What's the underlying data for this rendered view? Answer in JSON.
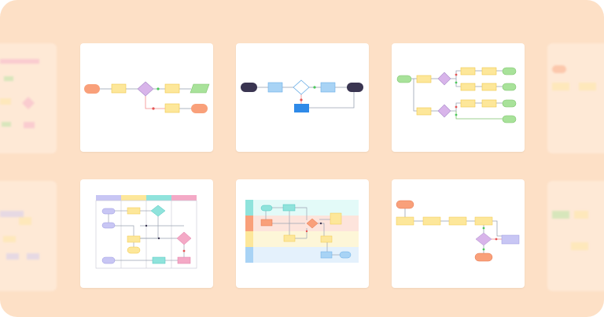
{
  "gallery": {
    "colors": {
      "background": "#fde0c6",
      "card": "#ffffff",
      "orange": "#f9a07a",
      "yellow": "#fde79a",
      "purple": "#d8b4ea",
      "green": "#a8e29a",
      "navy": "#3a3551",
      "blue": "#a8d3f5",
      "teal": "#8fe3dc",
      "pink": "#f4a9c6",
      "lavender": "#c8c6f4"
    },
    "templates": [
      {
        "id": "linear-flow",
        "style": "orange-yellow-purple"
      },
      {
        "id": "decision-flow",
        "style": "navy-blue"
      },
      {
        "id": "branching-tree",
        "style": "green-yellow-purple"
      },
      {
        "id": "vertical-swimlane",
        "style": "lavender-yellow-teal-pink"
      },
      {
        "id": "horizontal-swimlane",
        "style": "teal-orange-yellow-blue"
      },
      {
        "id": "process-loop",
        "style": "orange-yellow-lavender"
      }
    ]
  }
}
